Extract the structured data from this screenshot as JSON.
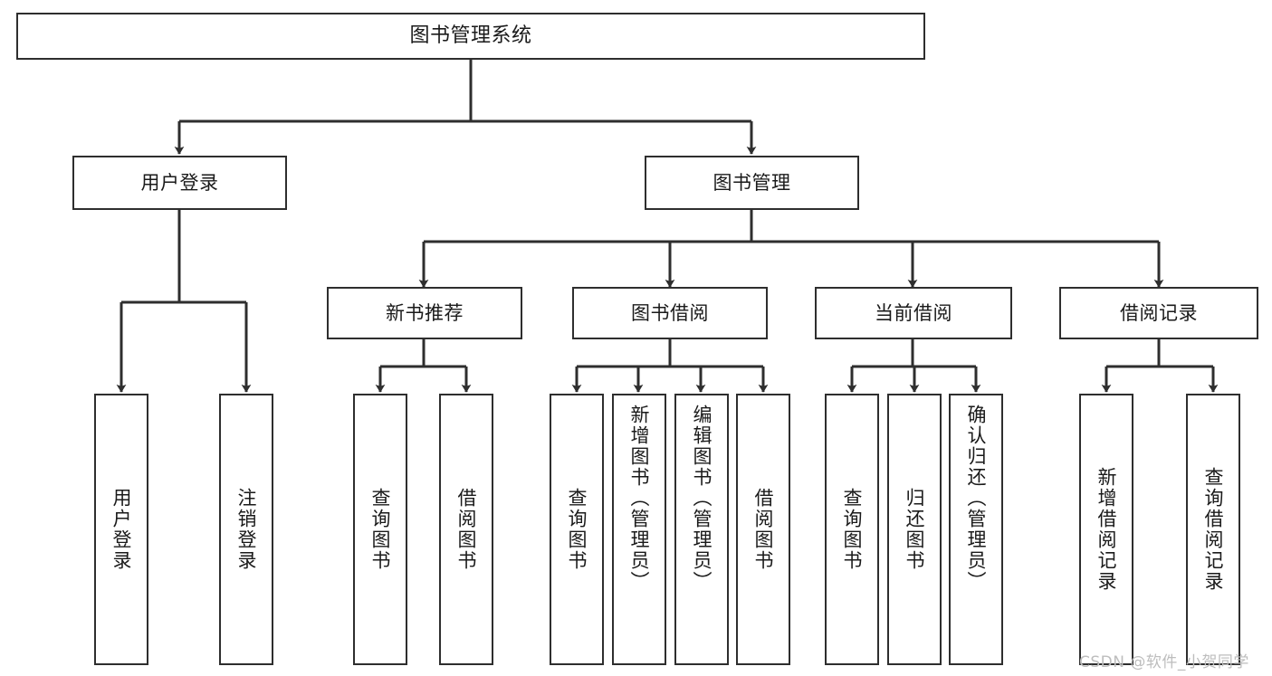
{
  "diagram": {
    "title": "图书管理系统",
    "type": "tree-hierarchy",
    "colors": {
      "box_border": "#2e2e2e",
      "box_fill": "#ffffff",
      "edge": "#2e2e2e",
      "text": "#1a1a1a",
      "watermark": "#bdbdbd",
      "background": "#ffffff"
    }
  },
  "nodes": {
    "root": {
      "label": "图书管理系统"
    },
    "level2": [
      {
        "label": "用户登录"
      },
      {
        "label": "图书管理"
      }
    ],
    "level3": [
      {
        "label": "新书推荐"
      },
      {
        "label": "图书借阅"
      },
      {
        "label": "当前借阅"
      },
      {
        "label": "借阅记录"
      }
    ],
    "leaves": {
      "user_login": [
        {
          "label": "用户登录"
        },
        {
          "label": "注销登录"
        }
      ],
      "new_book_recommend": [
        {
          "label": "查询图书"
        },
        {
          "label": "借阅图书"
        }
      ],
      "book_borrow": [
        {
          "label": "查询图书"
        },
        {
          "label": "新增图书（管理员）"
        },
        {
          "label": "编辑图书（管理员）"
        },
        {
          "label": "借阅图书"
        }
      ],
      "current_borrow": [
        {
          "label": "查询图书"
        },
        {
          "label": "归还图书"
        },
        {
          "label": "确认归还（管理员）"
        }
      ],
      "borrow_record": [
        {
          "label": "新增借阅记录"
        },
        {
          "label": "查询借阅记录"
        }
      ]
    }
  },
  "watermark": {
    "text": "CSDN @软件_小贺同学"
  }
}
